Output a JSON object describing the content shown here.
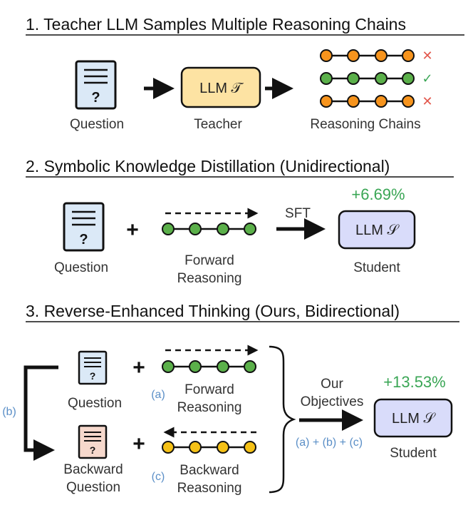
{
  "section1": {
    "heading": "1. Teacher LLM Samples Multiple Reasoning Chains",
    "question_label": "Question",
    "teacher_box": "LLM 𝒯",
    "teacher_label": "Teacher",
    "chains_label": "Reasoning Chains",
    "chain_marks": [
      "✕",
      "✓",
      "✕"
    ]
  },
  "section2": {
    "heading": "2. Symbolic Knowledge Distillation (Unidirectional)",
    "question_label": "Question",
    "plus": "+",
    "forward_label_1": "Forward",
    "forward_label_2": "Reasoning",
    "arrow_label": "SFT",
    "gain": "+6.69%",
    "student_box": "LLM 𝒮",
    "student_label": "Student"
  },
  "section3": {
    "heading": "3. Reverse-Enhanced Thinking (Ours, Bidirectional)",
    "side_tag": "(b)",
    "question_label": "Question",
    "plus_1": "+",
    "forward_tag": "(a)",
    "forward_label_1": "Forward",
    "forward_label_2": "Reasoning",
    "backward_q_label_1": "Backward",
    "backward_q_label_2": "Question",
    "plus_2": "+",
    "backward_tag": "(c)",
    "backward_label_1": "Backward",
    "backward_label_2": "Reasoning",
    "objectives_1": "Our",
    "objectives_2": "Objectives",
    "objectives_formula": "(a) + (b) + (c)",
    "gain": "+13.53%",
    "student_box": "LLM 𝒮",
    "student_label": "Student"
  },
  "colors": {
    "orange_node": "#f7941d",
    "green_node": "#5bb04a",
    "yellow_node": "#f5c116",
    "teacher_fill": "#fde3a3",
    "student_fill": "#d9dcfa",
    "doc_fill": "#dbe9f7",
    "backward_doc_fill": "#f6d8cc",
    "gain_green": "#3aa655",
    "blue_note": "#5b8fc7",
    "cross_red": "#e2574c",
    "check_green": "#3aa655"
  }
}
